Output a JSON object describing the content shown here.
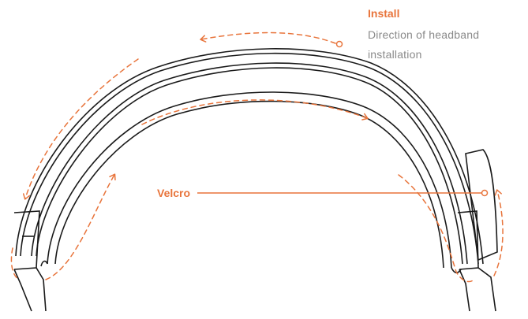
{
  "legend": {
    "title": "Install",
    "description": "Direction of headband installation"
  },
  "callouts": {
    "velcro_label": "Velcro"
  },
  "colors": {
    "accent": "#E8743B",
    "line": "#1a1a1a",
    "muted_text": "#8a8a8a"
  },
  "icons": {
    "arrow": "dashed-direction-arrow",
    "marker": "circle-marker"
  }
}
